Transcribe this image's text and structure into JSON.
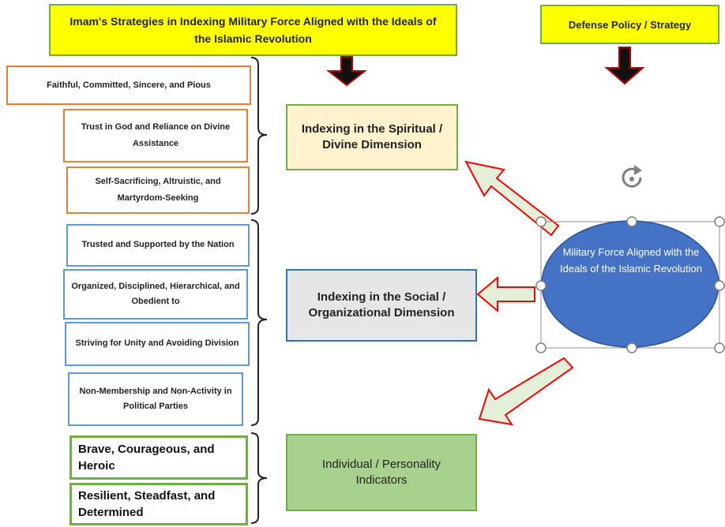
{
  "header": {
    "title": "Imam's Strategies in Indexing Military Force Aligned with the Ideals of the Islamic Revolution",
    "policy": "Defense Policy / Strategy"
  },
  "spiritual_traits": [
    "Faithful, Committed, Sincere, and Pious",
    "Trust in God and Reliance on Divine Assistance",
    "Self-Sacrificing, Altruistic, and Martyrdom-Seeking"
  ],
  "social_traits": [
    "Trusted and Supported by the Nation",
    "Organized, Disciplined, Hierarchical, and Obedient to",
    "Striving for Unity and Avoiding Division",
    "Non-Membership and Non-Activity in Political Parties"
  ],
  "individual_traits": [
    "Brave, Courageous, and Heroic",
    "Resilient, Steadfast, and Determined"
  ],
  "dimensions": {
    "spiritual": "Indexing in the Spiritual / Divine Dimension",
    "social": "Indexing in the Social / Organizational Dimension",
    "individual": "Individual / Personality Indicators"
  },
  "center": {
    "label": "Military Force Aligned with the Ideals of the Islamic Revolution",
    "fill": "#4472c4"
  }
}
